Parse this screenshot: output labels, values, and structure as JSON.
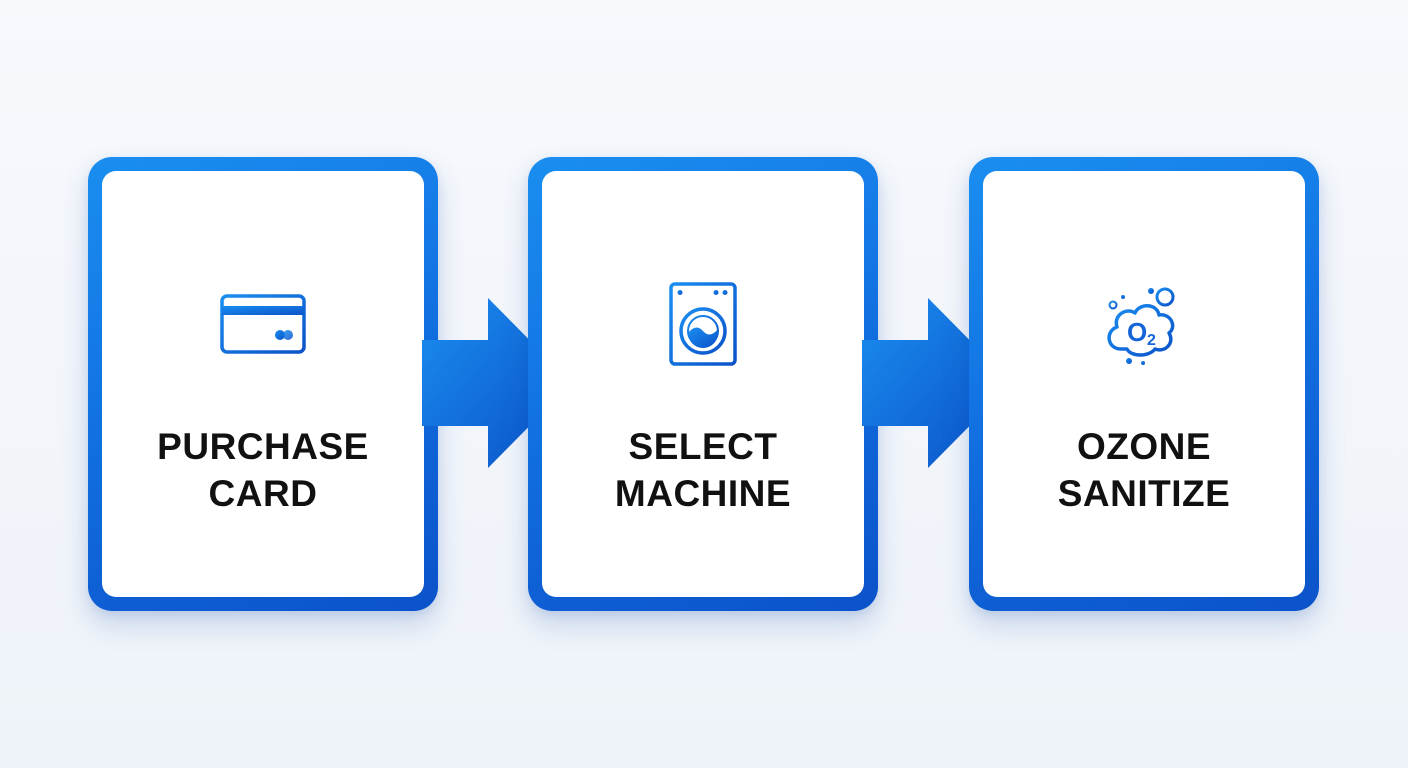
{
  "colors": {
    "accent": "#1272e2",
    "accent_light": "#1a8ef0",
    "accent_dark": "#0b52c9",
    "icon": "#1565d8",
    "text": "#111111",
    "background": "#f3f6fb"
  },
  "steps": [
    {
      "icon": "credit-card-icon",
      "title_line1": "PURCHASE",
      "title_line2": "CARD"
    },
    {
      "icon": "washing-machine-icon",
      "title_line1": "SELECT",
      "title_line2": "MACHINE"
    },
    {
      "icon": "ozone-bubble-icon",
      "title_line1": "OZONE",
      "title_line2": "SANITIZE",
      "icon_text": "O",
      "icon_subscript": "2"
    }
  ],
  "connectors": [
    {
      "from": "PURCHASE CARD",
      "to": "SELECT MACHINE",
      "icon": "arrow-right-icon"
    },
    {
      "from": "SELECT MACHINE",
      "to": "OZONE SANITIZE",
      "icon": "arrow-right-icon"
    }
  ]
}
